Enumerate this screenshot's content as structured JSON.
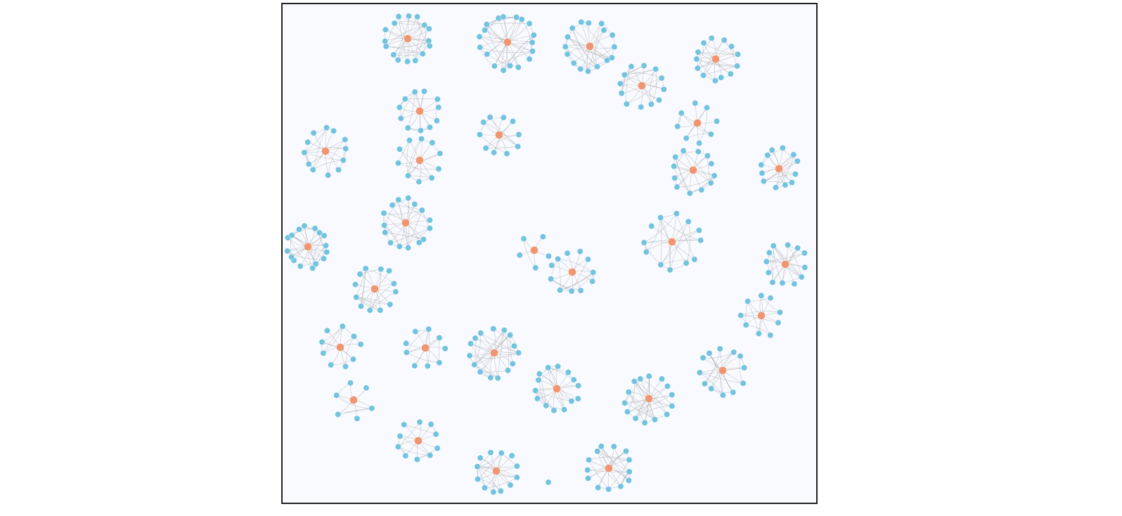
{
  "graph": {
    "panel_background": "#f8faff",
    "panel_border_color": "#222222",
    "hub_color": "#f0956f",
    "leaf_color": "#72c3e0",
    "edge_color": "#9a9a9a",
    "clusters": [
      {
        "leaves": 16,
        "extra_edges": 26
      },
      {
        "leaves": 18,
        "extra_edges": 30
      },
      {
        "leaves": 16,
        "extra_edges": 28
      },
      {
        "leaves": 13,
        "extra_edges": 22
      },
      {
        "leaves": 12,
        "extra_edges": 18
      },
      {
        "leaves": 11,
        "extra_edges": 14
      },
      {
        "leaves": 10,
        "extra_edges": 10
      },
      {
        "leaves": 8,
        "extra_edges": 6
      },
      {
        "leaves": 12,
        "extra_edges": 16
      },
      {
        "leaves": 10,
        "extra_edges": 14
      },
      {
        "leaves": 12,
        "extra_edges": 18
      },
      {
        "leaves": 12,
        "extra_edges": 16
      },
      {
        "leaves": 15,
        "extra_edges": 22
      },
      {
        "leaves": 12,
        "extra_edges": 16
      },
      {
        "leaves": 16,
        "extra_edges": 26
      },
      {
        "leaves": 5,
        "extra_edges": 3
      },
      {
        "leaves": 11,
        "extra_edges": 14
      },
      {
        "leaves": 12,
        "extra_edges": 16
      },
      {
        "leaves": 12,
        "extra_edges": 16
      },
      {
        "leaves": 9,
        "extra_edges": 10
      },
      {
        "leaves": 9,
        "extra_edges": 10
      },
      {
        "leaves": 9,
        "extra_edges": 10
      },
      {
        "leaves": 15,
        "extra_edges": 24
      },
      {
        "leaves": 12,
        "extra_edges": 16
      },
      {
        "leaves": 14,
        "extra_edges": 20
      },
      {
        "leaves": 14,
        "extra_edges": 22
      },
      {
        "leaves": 6,
        "extra_edges": 4
      },
      {
        "leaves": 10,
        "extra_edges": 12
      },
      {
        "leaves": 12,
        "extra_edges": 16
      },
      {
        "leaves": 13,
        "extra_edges": 18
      }
    ],
    "isolated_nodes": 1
  }
}
